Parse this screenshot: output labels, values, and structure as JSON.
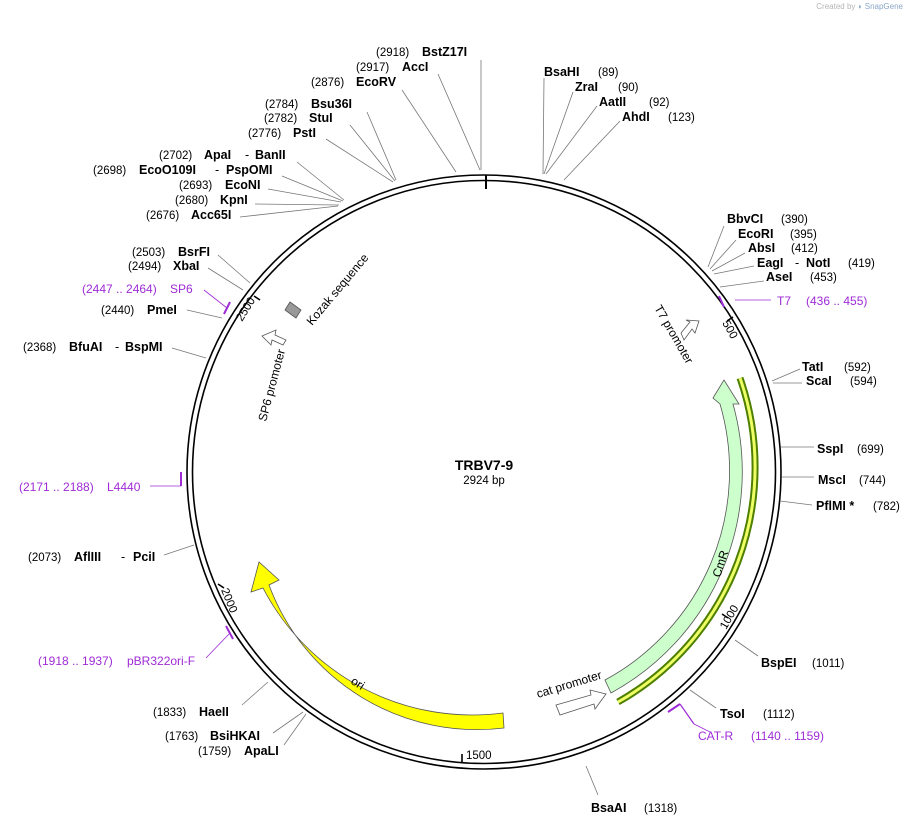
{
  "credit": {
    "prefix": "Created by",
    "brand": "SnapGene"
  },
  "plasmid": {
    "name": "TRBV7-9",
    "length_label": "2924 bp",
    "length": 2924
  },
  "ticks": [
    {
      "pos": 500,
      "label": "500"
    },
    {
      "pos": 1000,
      "label": "1000"
    },
    {
      "pos": 1500,
      "label": "1500"
    },
    {
      "pos": 2000,
      "label": "2000"
    },
    {
      "pos": 2500,
      "label": "2500"
    }
  ],
  "sites": [
    {
      "name": "BstZ17I",
      "pos": "(2918)"
    },
    {
      "name": "AccI",
      "pos": "(2917)"
    },
    {
      "name": "EcoRV",
      "pos": "(2876)"
    },
    {
      "name": "Bsu36I",
      "pos": "(2784)"
    },
    {
      "name": "StuI",
      "pos": "(2782)"
    },
    {
      "name": "PstI",
      "pos": "(2776)"
    },
    {
      "name": "ApaI",
      "name2": "BanII",
      "pos": "(2702)"
    },
    {
      "name": "EcoO109I",
      "name2": "PspOMI",
      "pos": "(2698)"
    },
    {
      "name": "EcoNI",
      "pos": "(2693)"
    },
    {
      "name": "KpnI",
      "pos": "(2680)"
    },
    {
      "name": "Acc65I",
      "pos": "(2676)"
    },
    {
      "name": "BsrFI",
      "pos": "(2503)"
    },
    {
      "name": "XbaI",
      "pos": "(2494)"
    },
    {
      "name": "PmeI",
      "pos": "(2440)"
    },
    {
      "name": "BfuAI",
      "name2": "BspMI",
      "pos": "(2368)"
    },
    {
      "name": "AflIII",
      "name2": "PciI",
      "pos": "(2073)"
    },
    {
      "name": "HaeII",
      "pos": "(1833)"
    },
    {
      "name": "BsiHKAI",
      "pos": "(1763)"
    },
    {
      "name": "ApaLI",
      "pos": "(1759)"
    },
    {
      "name": "BsaHI",
      "pos": "(89)"
    },
    {
      "name": "ZraI",
      "pos": "(90)"
    },
    {
      "name": "AatII",
      "pos": "(92)"
    },
    {
      "name": "AhdI",
      "pos": "(123)"
    },
    {
      "name": "BbvCI",
      "pos": "(390)"
    },
    {
      "name": "EcoRI",
      "pos": "(395)"
    },
    {
      "name": "AbsI",
      "pos": "(412)"
    },
    {
      "name": "EagI",
      "name2": "NotI",
      "pos": "(419)"
    },
    {
      "name": "AseI",
      "pos": "(453)"
    },
    {
      "name": "TatI",
      "pos": "(592)"
    },
    {
      "name": "ScaI",
      "pos": "(594)"
    },
    {
      "name": "SspI",
      "pos": "(699)"
    },
    {
      "name": "MscI",
      "pos": "(744)"
    },
    {
      "name": "PflMI *",
      "pos": "(782)"
    },
    {
      "name": "BspEI",
      "pos": "(1011)"
    },
    {
      "name": "TsoI",
      "pos": "(1112)"
    },
    {
      "name": "BsaAI",
      "pos": "(1318)"
    }
  ],
  "primers": [
    {
      "name": "SP6",
      "range": "(2447 .. 2464)"
    },
    {
      "name": "T7",
      "range": "(436 .. 455)"
    },
    {
      "name": "L4440",
      "range": "(2171 .. 2188)"
    },
    {
      "name": "pBR322ori-F",
      "range": "(1918 .. 1937)"
    },
    {
      "name": "CAT-R",
      "range": "(1140 .. 1159)"
    }
  ],
  "features": [
    {
      "name": "CmR",
      "color": "#ccffcc"
    },
    {
      "name": "cat promoter",
      "color": "#ffffff"
    },
    {
      "name": "ori",
      "color": "#ffff00"
    },
    {
      "name": "SP6 promoter",
      "color": "#ffffff"
    },
    {
      "name": "T7 promoter",
      "color": "#ffffff"
    },
    {
      "name": "Kozak sequence",
      "color": "#999999"
    }
  ],
  "colors": {
    "primer": "#9e2bd6",
    "highlight": "#4f7f00"
  }
}
